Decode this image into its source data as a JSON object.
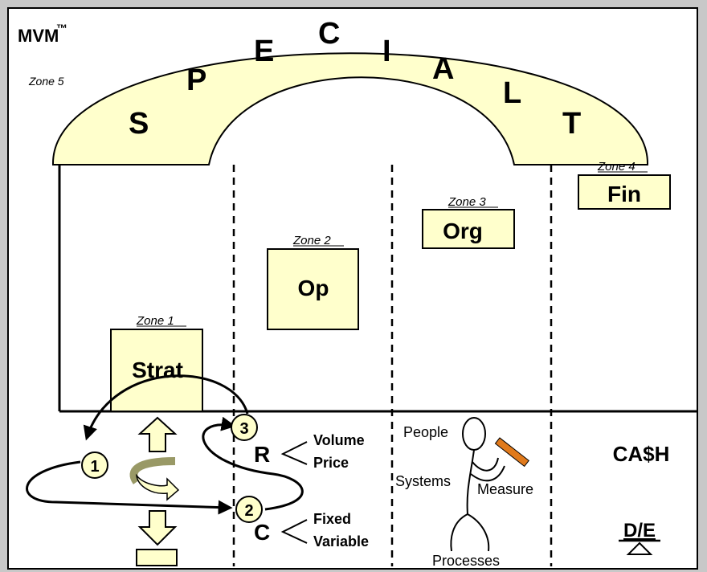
{
  "brand": {
    "title": "MVM",
    "trademark": "™"
  },
  "arch": {
    "zone_label": "Zone 5",
    "letters": [
      "S",
      "P",
      "E",
      "C",
      "I",
      "A",
      "L",
      "T"
    ]
  },
  "zones": [
    {
      "zone": "Zone 1",
      "box": "Strat"
    },
    {
      "zone": "Zone 2",
      "box": "Op"
    },
    {
      "zone": "Zone 3",
      "box": "Org"
    },
    {
      "zone": "Zone 4",
      "box": "Fin"
    }
  ],
  "cycle": {
    "steps": [
      "1",
      "2",
      "3"
    ]
  },
  "revenue": {
    "letter": "R",
    "items": [
      "Volume",
      "Price"
    ]
  },
  "cost": {
    "letter": "C",
    "items": [
      "Fixed",
      "Variable"
    ]
  },
  "org_labels": {
    "people": "People",
    "systems": "Systems",
    "measure": "Measure",
    "processes": "Processes"
  },
  "finance": {
    "cash": "CA$H",
    "ratio": "D/E"
  },
  "colors": {
    "fill": "#ffffcc",
    "frame_bg": "#ffffff",
    "outer_bg": "#c8c8c8",
    "ink": "#000000",
    "ruler": "#e07a1c"
  }
}
